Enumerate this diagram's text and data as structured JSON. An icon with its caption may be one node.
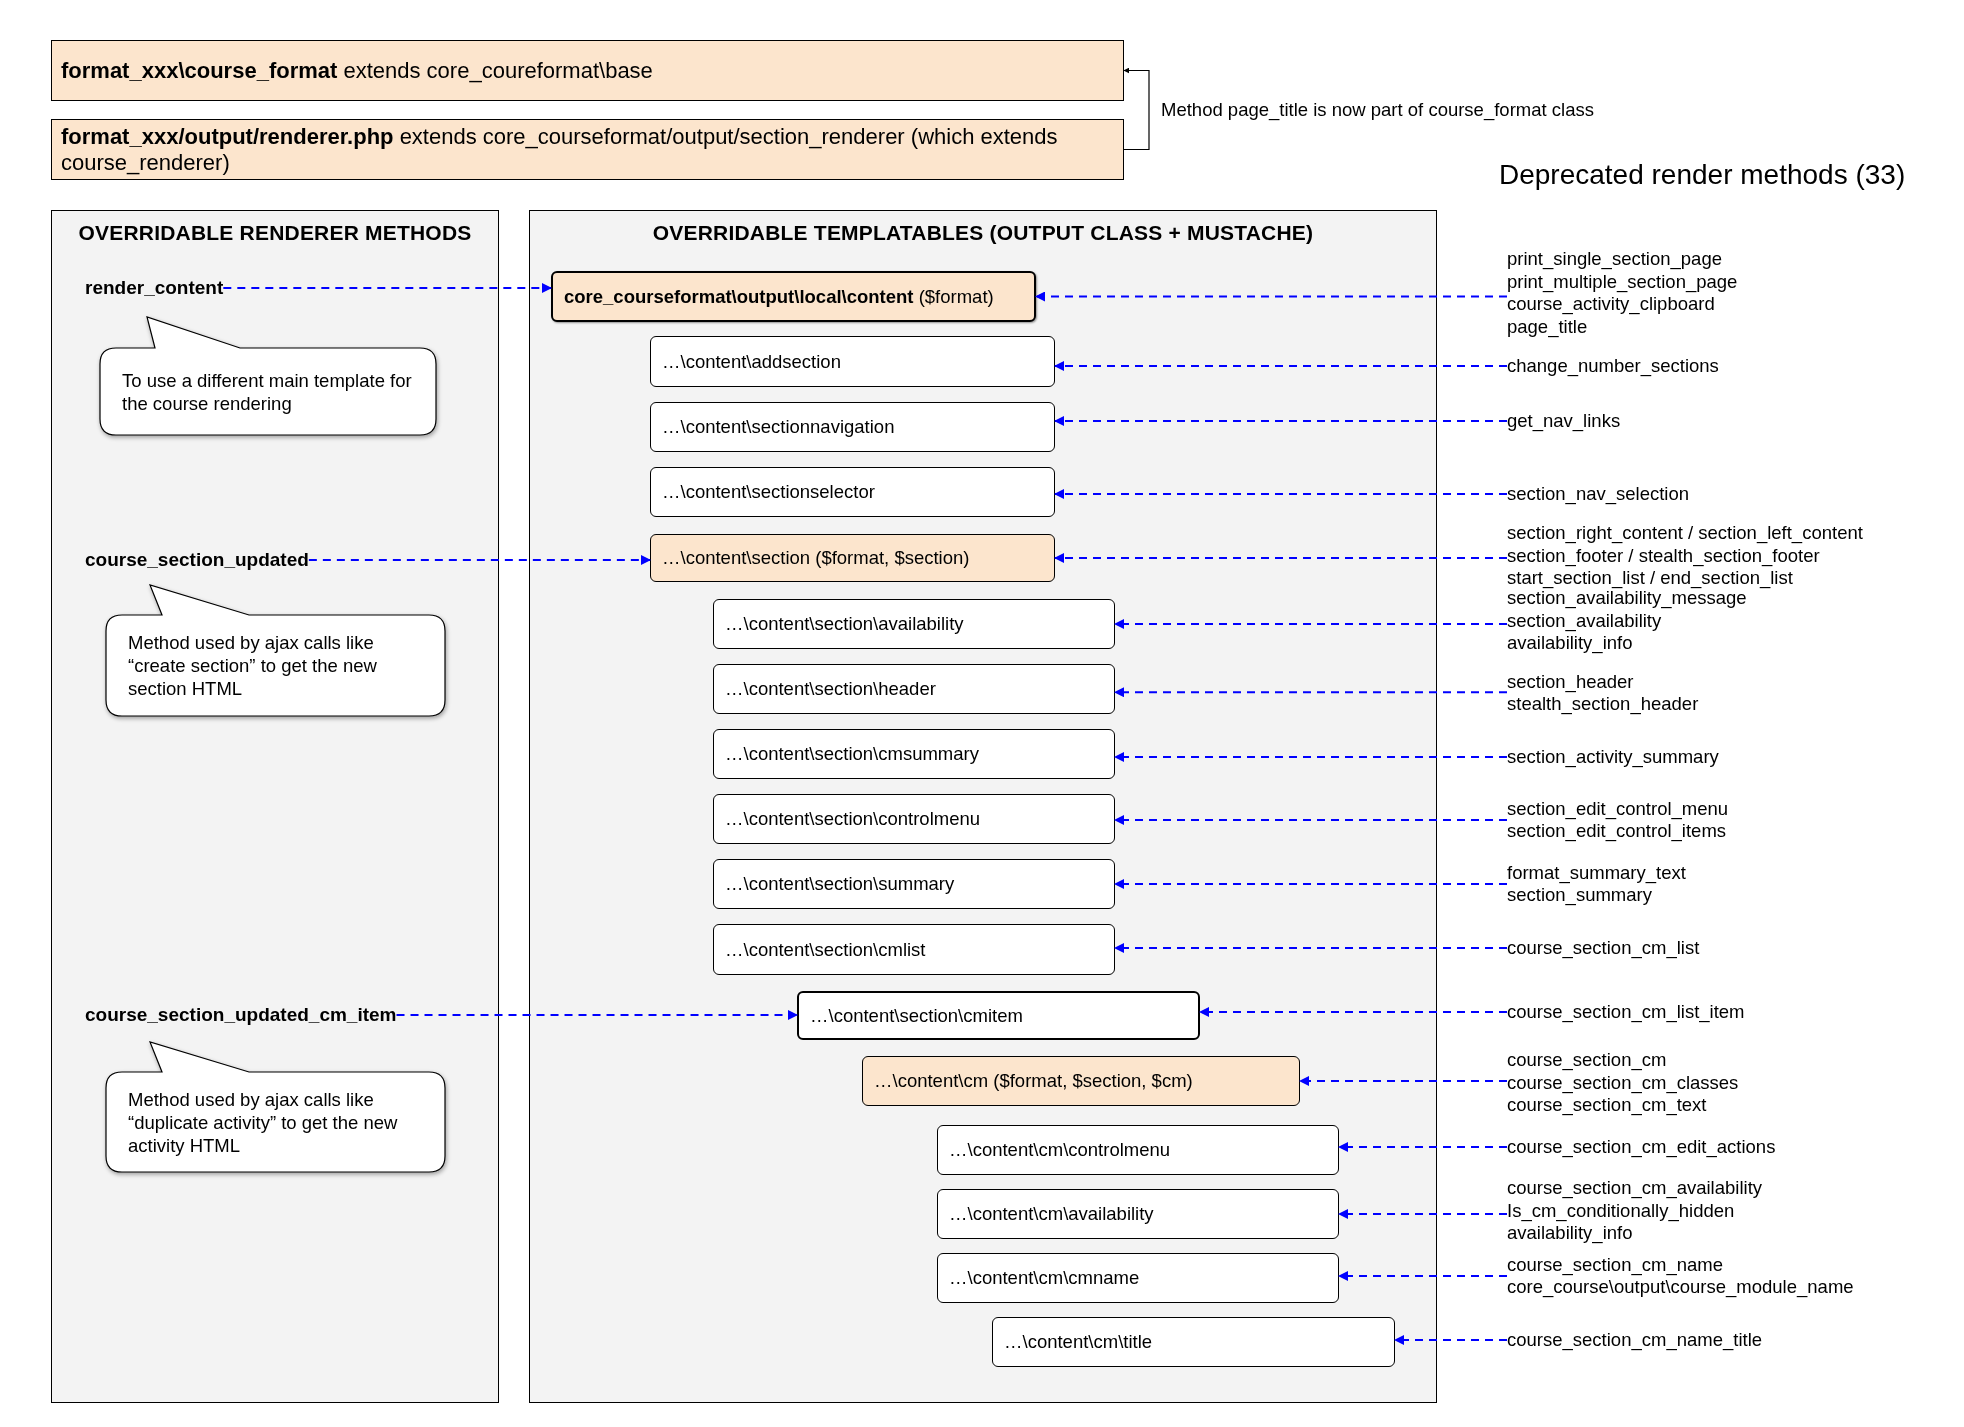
{
  "diagram": {
    "nodes": [
      {
        "text": [
          "**format_xxx\\course_format** extends core_coureformat\\base"
        ]
      },
      {
        "text": [
          "**format_xxx/output/renderer.php** extends core_courseformat/output/section_renderer (which extends course_renderer)"
        ]
      },
      {
        "text": [
          "OVERRIDABLE RENDERER METHODS"
        ]
      },
      {
        "text": [
          "OVERRIDABLE TEMPLATABLES (OUTPUT CLASS + MUSTACHE)"
        ]
      },
      {
        "text": [
          "render_content"
        ],
        "in": 2
      },
      {
        "text": [
          "To use a different main template for the course rendering"
        ],
        "in": 2
      },
      {
        "text": [
          "course_section_updated"
        ],
        "in": 2
      },
      {
        "text": [
          "Method used by ajax calls like “create section” to get the new section HTML"
        ],
        "in": 2
      },
      {
        "text": [
          "course_section_updated_cm_item"
        ],
        "in": 2
      },
      {
        "text": [
          "Method used by ajax calls like “duplicate activity” to get the new activity HTML"
        ],
        "in": 2
      },
      {
        "text": [
          "**core_courseformat\\output\\local\\content** ($format)"
        ],
        "in": 3
      },
      {
        "text": [
          "…\\content\\addsection"
        ],
        "in": 3
      },
      {
        "text": [
          "…\\content\\sectionnavigation"
        ],
        "in": 3
      },
      {
        "text": [
          "…\\content\\sectionselector"
        ],
        "in": 3
      },
      {
        "text": [
          "…\\content\\section ($format, $section)"
        ],
        "in": 3
      },
      {
        "text": [
          "…\\content\\section\\availability"
        ],
        "in": 3
      },
      {
        "text": [
          "…\\content\\section\\header"
        ],
        "in": 3
      },
      {
        "text": [
          "…\\content\\section\\cmsummary"
        ],
        "in": 3
      },
      {
        "text": [
          "…\\content\\section\\controlmenu"
        ],
        "in": 3
      },
      {
        "text": [
          "…\\content\\section\\summary"
        ],
        "in": 3
      },
      {
        "text": [
          "…\\content\\section\\cmlist"
        ],
        "in": 3
      },
      {
        "text": [
          "…\\content\\section\\cmitem"
        ],
        "in": 3
      },
      {
        "text": [
          "…\\content\\cm ($format, $section, $cm)"
        ],
        "in": 3
      },
      {
        "text": [
          "…\\content\\cm\\controlmenu"
        ],
        "in": 3
      },
      {
        "text": [
          "…\\content\\cm\\availability"
        ],
        "in": 3
      },
      {
        "text": [
          "…\\content\\cm\\cmname"
        ],
        "in": 3
      },
      {
        "text": [
          "…\\content\\cm\\title"
        ],
        "in": 3
      },
      {
        "text": [
          "print_single_section_page",
          "print_multiple_section_page",
          "course_activity_clipboard",
          "page_title"
        ]
      },
      {
        "text": [
          "change_number_sections"
        ]
      },
      {
        "text": [
          "get_nav_links"
        ]
      },
      {
        "text": [
          "section_nav_selection"
        ]
      },
      {
        "text": [
          "section_right_content / section_left_content",
          "section_footer / stealth_section_footer",
          "start_section_list / end_section_list"
        ]
      },
      {
        "text": [
          "section_availability_message",
          "section_availability",
          "availability_info"
        ]
      },
      {
        "text": [
          "section_header",
          "stealth_section_header"
        ]
      },
      {
        "text": [
          "section_activity_summary"
        ]
      },
      {
        "text": [
          "section_edit_control_menu",
          "section_edit_control_items"
        ]
      },
      {
        "text": [
          "format_summary_text",
          "section_summary"
        ]
      },
      {
        "text": [
          "course_section_cm_list"
        ]
      },
      {
        "text": [
          "course_section_cm_list_item"
        ]
      },
      {
        "text": [
          "course_section_cm",
          "course_section_cm_classes",
          "course_section_cm_text"
        ]
      },
      {
        "text": [
          "course_section_cm_edit_actions"
        ]
      },
      {
        "text": [
          "course_section_cm_availability",
          "Is_cm_conditionally_hidden",
          "availability_info"
        ]
      },
      {
        "text": [
          "course_section_cm_name",
          "core_course\\output\\course_module_name"
        ]
      },
      {
        "text": [
          "course_section_cm_name_title"
        ]
      }
    ],
    "edges": [
      {
        "from": 1,
        "to": 0,
        "arrow": "to",
        "label": "Method page_title is now part of course_format class",
        "color": "#000000"
      },
      {
        "from": 4,
        "to": 10,
        "arrow": "to",
        "style": "dashed"
      },
      {
        "from": 6,
        "to": 14,
        "arrow": "to",
        "style": "dashed"
      },
      {
        "from": 8,
        "to": 21,
        "arrow": "to",
        "style": "dashed"
      },
      {
        "from": 27,
        "to": 10,
        "arrow": "to",
        "style": "dashed"
      },
      {
        "from": 28,
        "to": 11,
        "arrow": "to",
        "style": "dashed"
      },
      {
        "from": 29,
        "to": 12,
        "arrow": "to",
        "style": "dashed"
      },
      {
        "from": 30,
        "to": 13,
        "arrow": "to",
        "style": "dashed"
      },
      {
        "from": 31,
        "to": 14,
        "arrow": "to",
        "style": "dashed"
      },
      {
        "from": 32,
        "to": 15,
        "arrow": "to",
        "style": "dashed"
      },
      {
        "from": 33,
        "to": 16,
        "arrow": "to",
        "style": "dashed"
      },
      {
        "from": 34,
        "to": 17,
        "arrow": "to",
        "style": "dashed"
      },
      {
        "from": 35,
        "to": 18,
        "arrow": "to",
        "style": "dashed"
      },
      {
        "from": 36,
        "to": 19,
        "arrow": "to",
        "style": "dashed"
      },
      {
        "from": 37,
        "to": 20,
        "arrow": "to",
        "style": "dashed"
      },
      {
        "from": 38,
        "to": 21,
        "arrow": "to",
        "style": "dashed"
      },
      {
        "from": 39,
        "to": 22,
        "arrow": "to",
        "style": "dashed"
      },
      {
        "from": 40,
        "to": 23,
        "arrow": "to",
        "style": "dashed"
      },
      {
        "from": 41,
        "to": 24,
        "arrow": "to",
        "style": "dashed"
      },
      {
        "from": 42,
        "to": 25,
        "arrow": "to",
        "style": "dashed"
      },
      {
        "from": 43,
        "to": 26,
        "arrow": "to",
        "style": "dashed"
      }
    ],
    "labels": [
      "Deprecated render methods (33)"
    ]
  }
}
